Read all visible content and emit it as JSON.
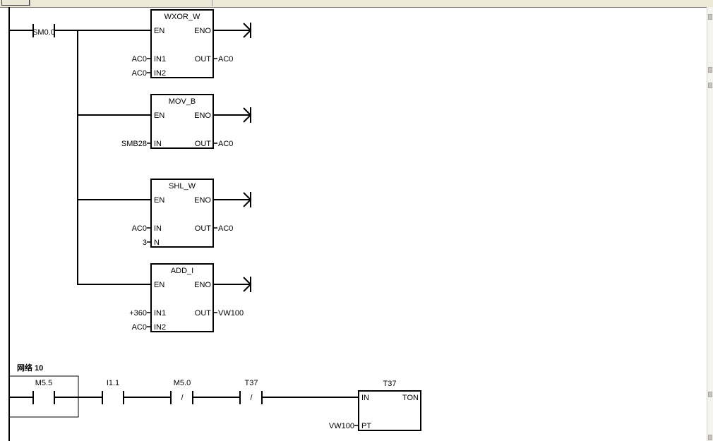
{
  "network9": {
    "contact": "SM0.0",
    "boxes": [
      {
        "title": "WXOR_W",
        "en": "EN",
        "eno": "ENO",
        "inputs": [
          {
            "pin": "IN1",
            "operand": "AC0"
          },
          {
            "pin": "IN2",
            "operand": "AC0"
          }
        ],
        "outputs": [
          {
            "pin": "OUT",
            "operand": "AC0"
          }
        ]
      },
      {
        "title": "MOV_B",
        "en": "EN",
        "eno": "ENO",
        "inputs": [
          {
            "pin": "IN",
            "operand": "SMB28"
          }
        ],
        "outputs": [
          {
            "pin": "OUT",
            "operand": "AC0"
          }
        ]
      },
      {
        "title": "SHL_W",
        "en": "EN",
        "eno": "ENO",
        "inputs": [
          {
            "pin": "IN",
            "operand": "AC0"
          },
          {
            "pin": "N",
            "operand": "3"
          }
        ],
        "outputs": [
          {
            "pin": "OUT",
            "operand": "AC0"
          }
        ]
      },
      {
        "title": "ADD_I",
        "en": "EN",
        "eno": "ENO",
        "inputs": [
          {
            "pin": "IN1",
            "operand": "+360"
          },
          {
            "pin": "IN2",
            "operand": "AC0"
          }
        ],
        "outputs": [
          {
            "pin": "OUT",
            "operand": "VW100"
          }
        ]
      }
    ]
  },
  "network10": {
    "title": "网络 10",
    "contacts": [
      {
        "address": "M5.5",
        "negated": false
      },
      {
        "address": "I1.1",
        "negated": false
      },
      {
        "address": "M5.0",
        "negated": true,
        "symbol": "/"
      },
      {
        "address": "T37",
        "negated": true,
        "symbol": "/"
      }
    ],
    "timer": {
      "name": "T37",
      "type": "TON",
      "in_pin": "IN",
      "pt_pin": "PT",
      "pt_operand": "VW100"
    }
  }
}
